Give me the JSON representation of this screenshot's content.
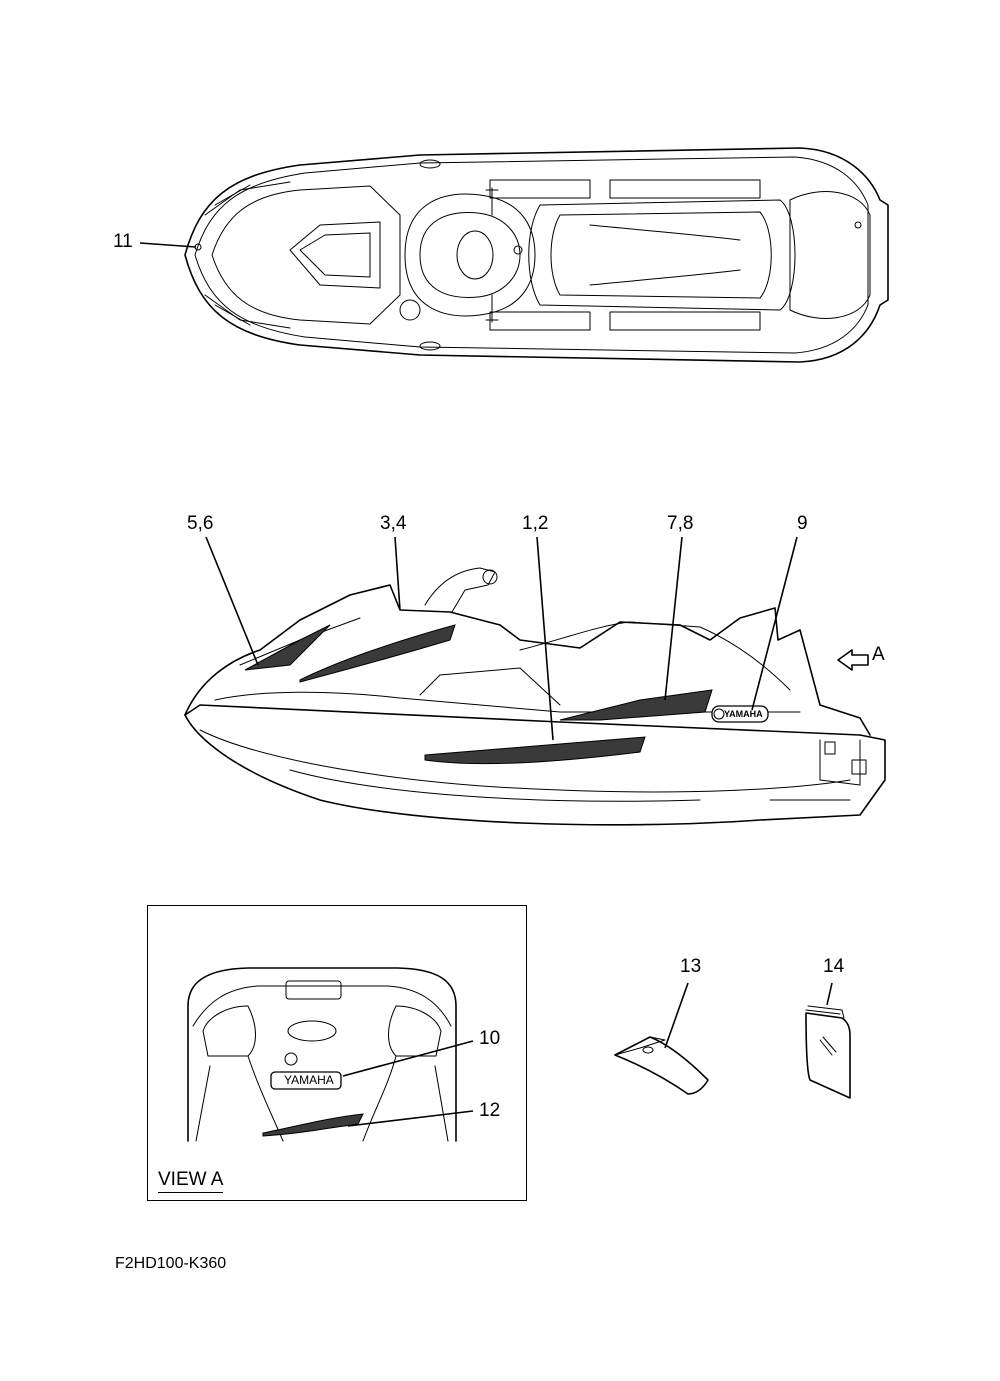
{
  "callouts": {
    "c11": "11",
    "c56": "5,6",
    "c34": "3,4",
    "c12": "1,2",
    "c78": "7,8",
    "c9": "9",
    "arrowA": "A",
    "c10": "10",
    "c12b": "12",
    "c13": "13",
    "c14": "14"
  },
  "view_label": "VIEW A",
  "decals": {
    "yamaha": "YAMAHA"
  },
  "part_code": "F2HD100-K360"
}
